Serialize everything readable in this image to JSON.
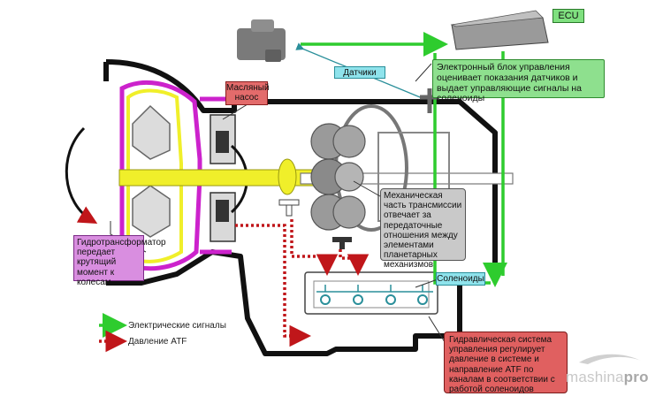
{
  "labels": {
    "ecu": "ECU",
    "ecu_description": "Электронный блок управления оценивает показания датчиков и выдает управляющие сигналы на соленоиды",
    "sensors": "Датчики",
    "oil_pump": "Масляный насос",
    "mechanical_part": "Механическая часть трансмиссии отвечает за передаточные отношения между элементами планетарных механизмов",
    "solenoids": "Соленоиды",
    "torque_converter": "Гидротрансформатор передает крутящий момент к колесам",
    "hydraulic_system": "Гидравлическая система управления регулирует давление в системе и направление ATF по каналам в соответствии с работой соленоидов"
  },
  "legend": {
    "electric": "Электрические сигналы",
    "atf_pressure": "Давление ATF"
  },
  "watermark": {
    "part1": "mashina",
    "part2": "pro"
  },
  "colors": {
    "electric_signal": "#2ecc2e",
    "atf_pressure": "#c0161a",
    "torque_converter": "#cc22cc",
    "shaft": "#f0ef2a",
    "housing": "#111111"
  }
}
